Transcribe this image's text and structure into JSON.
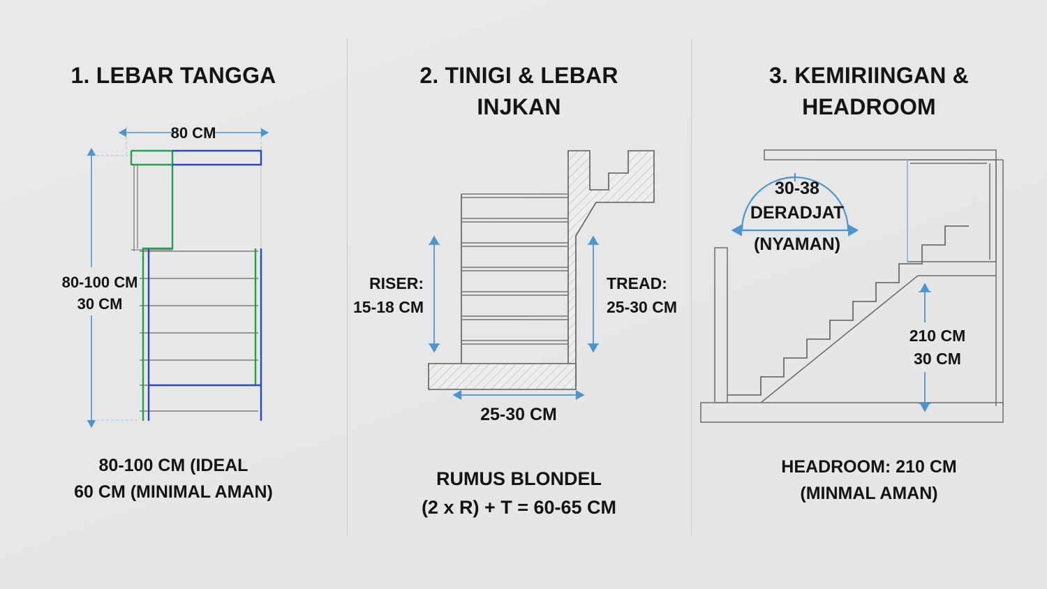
{
  "background_color": "#e8e8e8",
  "colors": {
    "ink": "#131313",
    "dimension_blue": "#4a95cf",
    "accent_green": "#22a14a",
    "accent_blue": "#2b47c4",
    "line_gray": "#6b6b6b",
    "hatch_gray": "#a8a8a8",
    "divider": "#c9c9c9"
  },
  "panels": [
    {
      "id": "lebar-tangga",
      "title": "1. LEBAR TANGGA",
      "dimensions": {
        "top_width": "80 CM",
        "left_height_line1": "80-100 CM",
        "left_height_line2": "30 CM"
      },
      "caption": {
        "line1": "80-100 CM (IDEAL",
        "line2": "60 CM (MINIMAL AMAN)"
      }
    },
    {
      "id": "tinggi-lebar-injakan",
      "title_line1": "2. TINIGI & LEBAR",
      "title_line2": "INJKAN",
      "dimensions": {
        "riser_label": "RISER:",
        "riser_value": "15-18 CM",
        "tread_label": "TREAD:",
        "tread_value": "25-30 CM",
        "bottom_width": "25-30 CM"
      },
      "caption": {
        "line1": "RUMUS BLONDEL",
        "line2": "(2 x R) + T = 60-65 CM"
      }
    },
    {
      "id": "kemiringan-headroom",
      "title_line1": "3. KEMIRIINGAN &",
      "title_line2": "HEADROOM",
      "dimensions": {
        "angle_value": "30-38",
        "angle_unit": "DERADJAT",
        "angle_note": "(NYAMAN)",
        "headroom_line1": "210 CM",
        "headroom_line2": "30 CM"
      },
      "caption": {
        "line1": "HEADROOM: 210 CM",
        "line2": "(MINMAL AMAN)"
      }
    }
  ]
}
